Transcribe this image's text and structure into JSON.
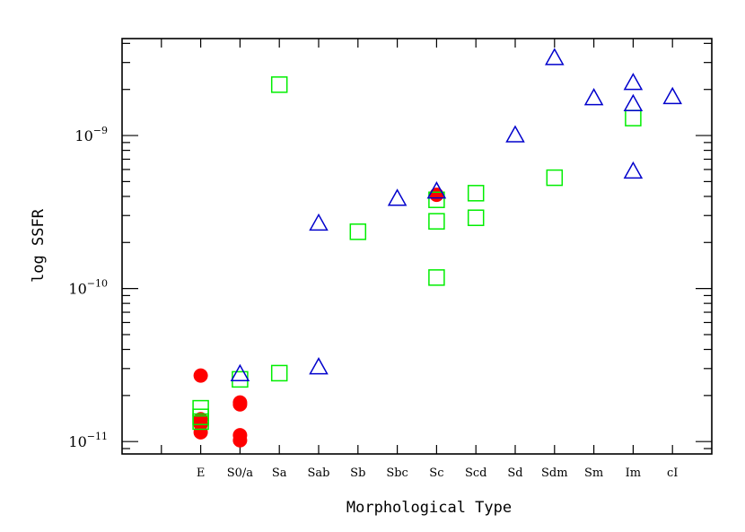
{
  "chart_data": {
    "type": "scatter",
    "title": "",
    "xlabel": "Morphological Type",
    "ylabel": "log SSFR",
    "y_scale": "log",
    "ylim": [
      8.3e-12,
      4.3e-09
    ],
    "xlim": [
      -2,
      13
    ],
    "grid": false,
    "legend": "none",
    "categories": [
      "E",
      "S0/a",
      "Sa",
      "Sab",
      "Sb",
      "Sbc",
      "Sc",
      "Scd",
      "Sd",
      "Sdm",
      "Sm",
      "Im",
      "cI"
    ],
    "y_ticks": [
      {
        "value": 1e-11,
        "base": "10",
        "exp": "−11"
      },
      {
        "value": 1e-10,
        "base": "10",
        "exp": "−10"
      },
      {
        "value": 1e-09,
        "base": "10",
        "exp": "−9"
      }
    ],
    "series": [
      {
        "marker": "filled-circle",
        "color": "#ff0000",
        "points": [
          {
            "x": "E",
            "y": 2.7e-11
          },
          {
            "x": "E",
            "y": 1.4e-11
          },
          {
            "x": "E",
            "y": 1.3e-11
          },
          {
            "x": "E",
            "y": 1.15e-11
          },
          {
            "x": "S0/a",
            "y": 1.8e-11
          },
          {
            "x": "S0/a",
            "y": 1.75e-11
          },
          {
            "x": "S0/a",
            "y": 1.1e-11
          },
          {
            "x": "S0/a",
            "y": 1.02e-11
          },
          {
            "x": "Sc",
            "y": 4.1e-10
          }
        ]
      },
      {
        "marker": "open-square",
        "color": "#00ee00",
        "points": [
          {
            "x": "E",
            "y": 1.65e-11
          },
          {
            "x": "E",
            "y": 1.45e-11
          },
          {
            "x": "E",
            "y": 1.35e-11
          },
          {
            "x": "S0/a",
            "y": 2.55e-11
          },
          {
            "x": "Sa",
            "y": 2.15e-09
          },
          {
            "x": "Sa",
            "y": 2.8e-11
          },
          {
            "x": "Sb",
            "y": 2.35e-10
          },
          {
            "x": "Sc",
            "y": 3.8e-10
          },
          {
            "x": "Sc",
            "y": 2.75e-10
          },
          {
            "x": "Sc",
            "y": 1.18e-10
          },
          {
            "x": "Scd",
            "y": 4.2e-10
          },
          {
            "x": "Scd",
            "y": 2.9e-10
          },
          {
            "x": "Sdm",
            "y": 5.3e-10
          },
          {
            "x": "Im",
            "y": 1.3e-09
          }
        ]
      },
      {
        "marker": "open-triangle",
        "color": "#0000cc",
        "points": [
          {
            "x": "S0/a",
            "y": 2.75e-11
          },
          {
            "x": "Sab",
            "y": 2.65e-10
          },
          {
            "x": "Sab",
            "y": 3.05e-11
          },
          {
            "x": "Sbc",
            "y": 3.85e-10
          },
          {
            "x": "Sc",
            "y": 4.3e-10
          },
          {
            "x": "Sd",
            "y": 1e-09
          },
          {
            "x": "Sdm",
            "y": 3.2e-09
          },
          {
            "x": "Sm",
            "y": 1.75e-09
          },
          {
            "x": "Im",
            "y": 2.2e-09
          },
          {
            "x": "Im",
            "y": 1.6e-09
          },
          {
            "x": "Im",
            "y": 5.8e-10
          },
          {
            "x": "cI",
            "y": 1.78e-09
          }
        ]
      }
    ]
  }
}
